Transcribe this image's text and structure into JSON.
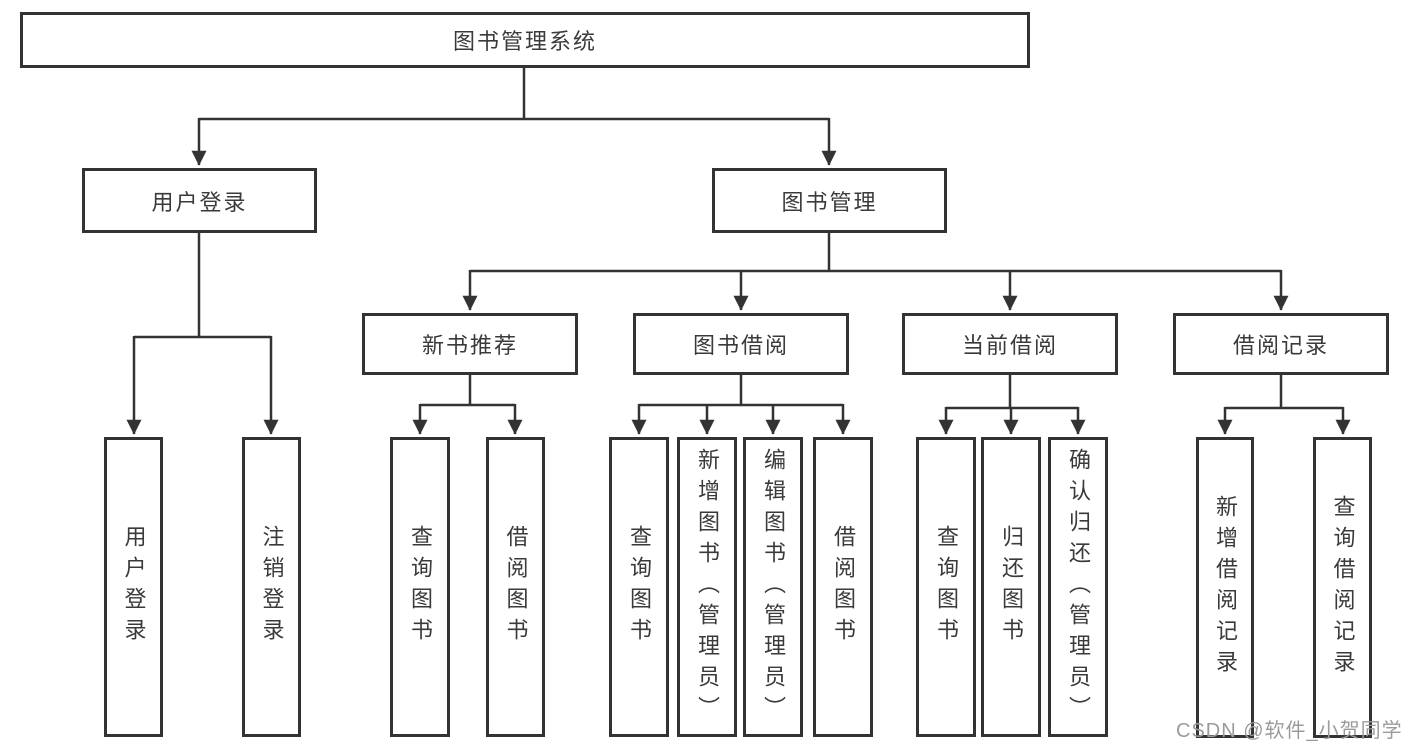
{
  "tree": {
    "root": "图书管理系统",
    "branches": [
      {
        "label": "用户登录",
        "children": [
          "用户登录",
          "注销登录"
        ]
      },
      {
        "label": "图书管理",
        "children": [
          {
            "label": "新书推荐",
            "children": [
              "查询图书",
              "借阅图书"
            ]
          },
          {
            "label": "图书借阅",
            "children": [
              "查询图书",
              "新增图书（管理员）",
              "编辑图书（管理员）",
              "借阅图书"
            ]
          },
          {
            "label": "当前借阅",
            "children": [
              "查询图书",
              "归还图书",
              "确认归还（管理员）"
            ]
          },
          {
            "label": "借阅记录",
            "children": [
              "新增借阅记录",
              "查询借阅记录"
            ]
          }
        ]
      }
    ]
  },
  "watermark": "CSDN @软件_小贺同学",
  "colors": {
    "line": "#333333",
    "node_border": "#333333",
    "node_fill": "#ffffff",
    "text": "#3a3a3a",
    "watermark": "#9b9b9b",
    "background": "#ffffff"
  }
}
